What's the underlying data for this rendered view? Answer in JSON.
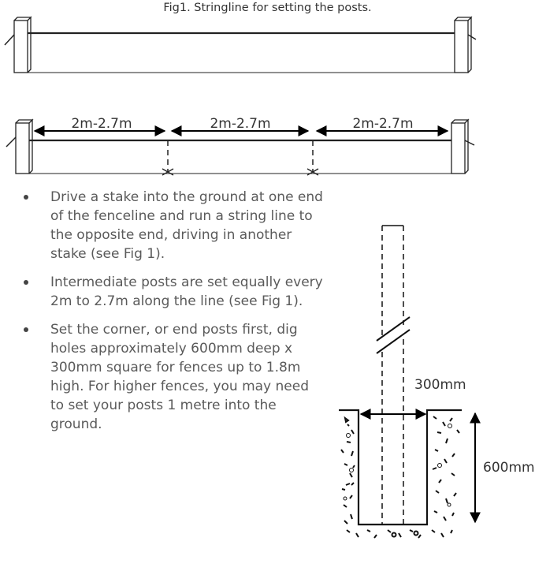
{
  "figure": {
    "caption": "Fig1.   Stringline for setting the posts.",
    "spacing_labels": [
      "2m-2.7m",
      "2m-2.7m",
      "2m-2.7m"
    ],
    "hole_width_label": "300mm",
    "hole_depth_label": "600mm"
  },
  "instructions": [
    "Drive a stake into the ground at one end of the fenceline and run a string line to the opposite end, driving in another stake (see Fig 1).",
    "Intermediate posts are set equally every 2m to 2.7m along the line (see Fig 1).",
    "Set the corner, or end posts first, dig holes approximately 600mm deep x 300mm square for fences up to 1.8m high. For higher fences, you may need to set your posts 1 metre into the ground."
  ]
}
